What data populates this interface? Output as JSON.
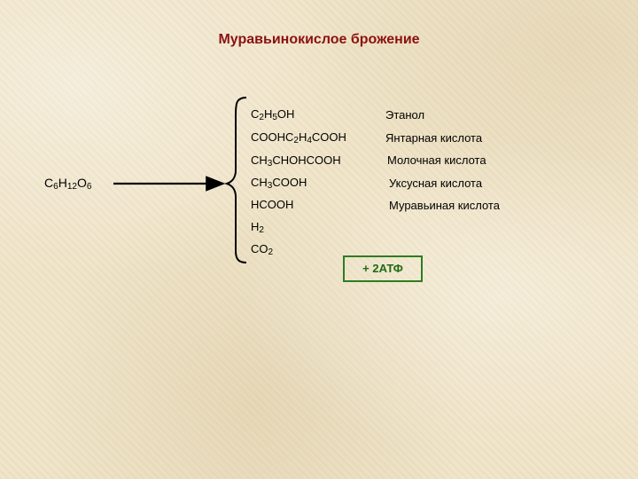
{
  "title": "Муравьинокислое брожение",
  "substrate": {
    "parts": [
      "C",
      "6",
      "H",
      "12",
      "O",
      "6"
    ]
  },
  "products": [
    {
      "formula": [
        "C",
        "2",
        "H",
        "5",
        "OH"
      ],
      "name": "Этанол"
    },
    {
      "formula": [
        "COOHC",
        "2",
        "H",
        "4",
        "COOH"
      ],
      "name": "Янтарная кислота"
    },
    {
      "formula": [
        "CH",
        "3",
        "CHOHCOOH"
      ],
      "name": "Молочная кислота"
    },
    {
      "formula": [
        "CH",
        "3",
        "COOH"
      ],
      "name": "Уксусная кислота"
    },
    {
      "formula": [
        "HCOOH"
      ],
      "name": "Муравьиная кислота"
    },
    {
      "formula": [
        "H",
        "2"
      ],
      "name": ""
    },
    {
      "formula": [
        "CO",
        "2"
      ],
      "name": ""
    }
  ],
  "energy_label": "+ 2АТФ",
  "colors": {
    "title": "#8b1111",
    "energy_border": "#2e7d20",
    "energy_text": "#1f6b12"
  }
}
